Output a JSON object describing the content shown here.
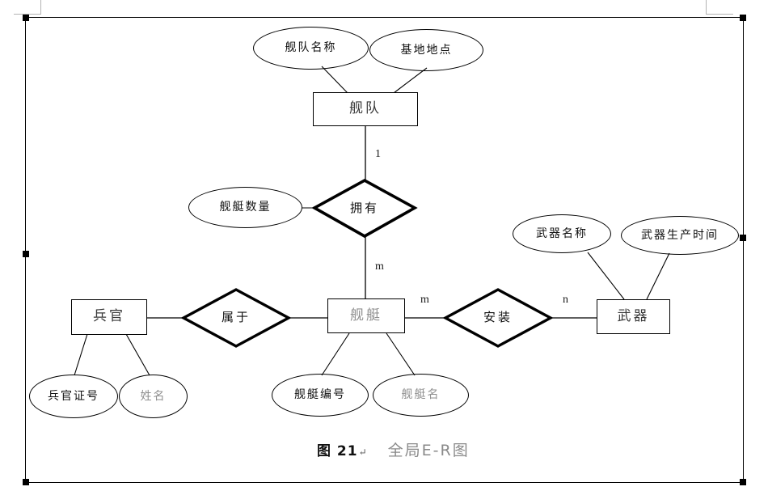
{
  "diagram": {
    "caption_number": "图 21",
    "caption_pilcrow": "↵",
    "caption_title": "全局E-R图",
    "entities": [
      {
        "id": "fleet",
        "label": "舰队"
      },
      {
        "id": "officer",
        "label": "兵官"
      },
      {
        "id": "ship",
        "label": "舰艇"
      },
      {
        "id": "weapon",
        "label": "武器"
      }
    ],
    "attributes": [
      {
        "id": "fleet-name",
        "label": "舰队名称",
        "owner": "fleet"
      },
      {
        "id": "base-location",
        "label": "基地地点",
        "owner": "fleet"
      },
      {
        "id": "ship-count",
        "label": "舰艇数量",
        "owner": "owns"
      },
      {
        "id": "officer-id",
        "label": "兵官证号",
        "owner": "officer"
      },
      {
        "id": "officer-name",
        "label": "姓名",
        "owner": "officer"
      },
      {
        "id": "ship-number",
        "label": "舰艇编号",
        "owner": "ship"
      },
      {
        "id": "ship-name",
        "label": "舰艇名",
        "owner": "ship"
      },
      {
        "id": "weapon-name",
        "label": "武器名称",
        "owner": "weapon"
      },
      {
        "id": "weapon-prod-time",
        "label": "武器生产时间",
        "owner": "weapon"
      }
    ],
    "relationships": [
      {
        "id": "owns",
        "label": "拥有"
      },
      {
        "id": "belongs-to",
        "label": "属于"
      },
      {
        "id": "installs",
        "label": "安装"
      }
    ],
    "cardinalities": [
      {
        "id": "card-fleet-owns",
        "label": "1"
      },
      {
        "id": "card-owns-ship",
        "label": "m"
      },
      {
        "id": "card-ship-installs",
        "label": "m"
      },
      {
        "id": "card-installs-weapon",
        "label": "n"
      }
    ],
    "colors": {
      "stroke": "#000000",
      "faint_text": "#8f8f8f",
      "entity_text": "#3a3a3a",
      "margin_mark": "#b3b3b3"
    }
  }
}
